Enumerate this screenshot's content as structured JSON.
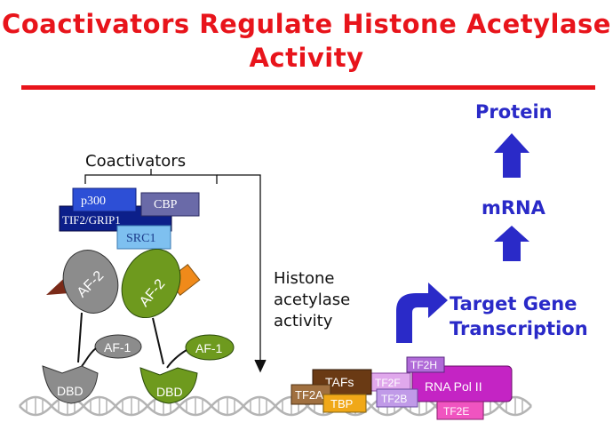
{
  "title": {
    "line1": "Coactivators Regulate Histone Acetylase",
    "line2": "Activity"
  },
  "labels": {
    "coactivators": "Coactivators",
    "histone_line1": "Histone",
    "histone_line2": "acetylase",
    "histone_line3": "activity",
    "protein": "Protein",
    "mrna": "mRNA",
    "target_line1": "Target Gene",
    "target_line2": "Transcription"
  },
  "coactivator_boxes": {
    "p300": "p300",
    "cbp": "CBP",
    "tif2": "TIF2/GRIP1",
    "src1": "SRC1"
  },
  "receptor": {
    "af2_left": "AF-2",
    "af2_right": "AF-2",
    "af1_left": "AF-1",
    "af1_right": "AF-1",
    "dbd_left": "DBD",
    "dbd_right": "DBD"
  },
  "gtf": {
    "tafs": "TAFs",
    "tf2a": "TF2A",
    "tbp": "TBP",
    "tf2f": "TF2F",
    "tf2b": "TF2B",
    "tf2h": "TF2H",
    "rnapol": "RNA Pol II",
    "tf2e": "TF2E"
  },
  "colors": {
    "title_red": "#e8141b",
    "arrow_blue": "#2a2ac8",
    "gray_receptor": "#8c8c8c",
    "green_receptor": "#6e9a1e"
  }
}
